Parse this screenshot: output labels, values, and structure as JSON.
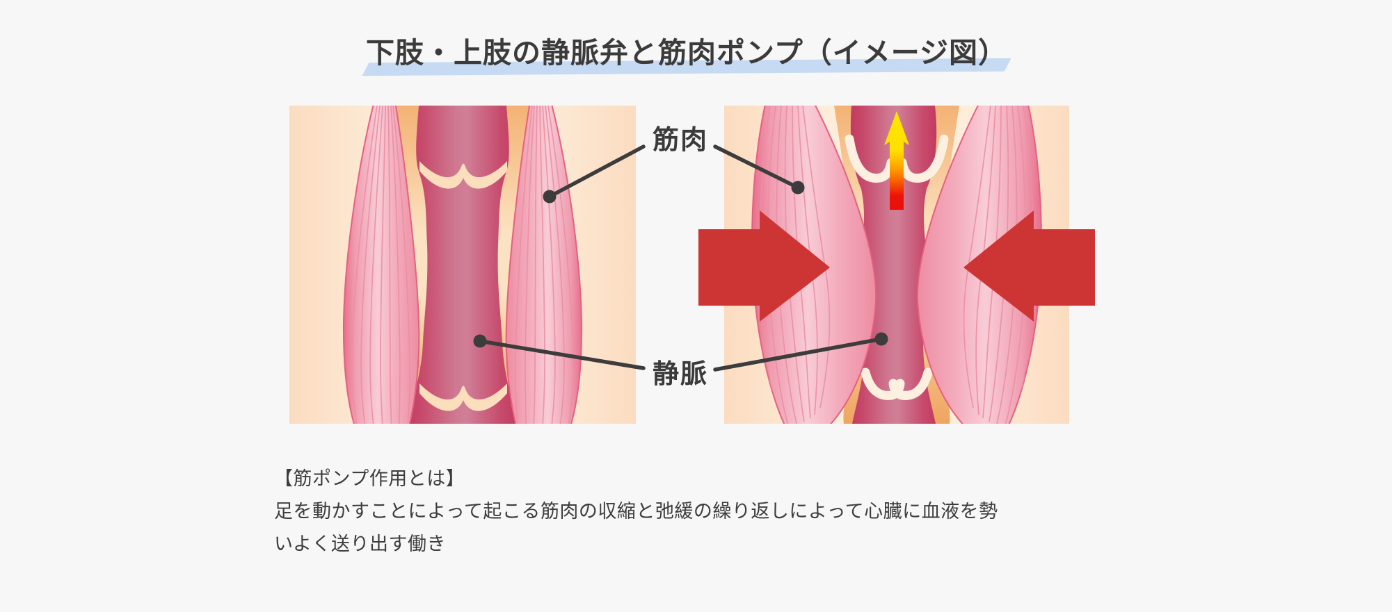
{
  "title": {
    "text": "下肢・上肢の静脈弁と筋肉ポンプ（イメージ図）"
  },
  "labels": {
    "muscle": "筋肉",
    "vein": "静脈"
  },
  "description": {
    "heading": "【筋ポンプ作用とは】",
    "lines": [
      "足を動かすことによって起こる筋肉の収縮と弛緩の繰り返しによって心臓に血液を勢",
      "いよく送り出す働き"
    ]
  },
  "colors": {
    "page_background": "#f7f7f7",
    "title_text": "#3b3b3b",
    "title_underline": "#c6daf4",
    "label_text": "#3b3b3b",
    "leader_line": "#3c3c3c",
    "compression_arrow": "#cd3434",
    "flow_arrow_yellow": "#ffe600",
    "flow_arrow_red": "#e81008",
    "vein": "#c64569",
    "muscle": "#f5b3c0",
    "muscle_edge": "#e4617f",
    "valve": "#fbdfbd",
    "tissue_band": "#f3b274",
    "panel_background": "#fbdcc0",
    "description_text": "#3d3d3d"
  },
  "icons": {
    "flow_up_arrow": "blood-flow-up-arrow",
    "compression_left": "compression-arrow-left",
    "compression_right": "compression-arrow-right",
    "leader_dot": "leader-dot"
  }
}
